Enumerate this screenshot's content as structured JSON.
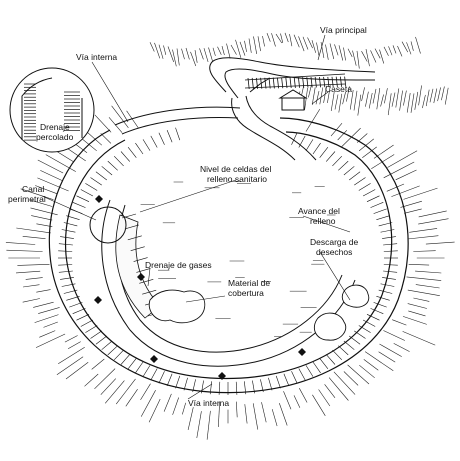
{
  "diagram": {
    "labels": {
      "via_principal": "Vía principal",
      "via_interna_top": "Vía interna",
      "caseta": "Caseta",
      "drenaje_percolado_1": "Drenaje",
      "drenaje_percolado_2": "percolado",
      "nivel_celdas_1": "Nivel de celdas del",
      "nivel_celdas_2": "relleno sanitario",
      "canal_perimetral_1": "Canal",
      "canal_perimetral_2": "perimetral",
      "avance_relleno_1": "Avance del",
      "avance_relleno_2": "relleno",
      "descarga_desechos_1": "Descarga de",
      "descarga_desechos_2": "desechos",
      "drenaje_gases": "Drenaje de gases",
      "material_cobertura_1": "Material de",
      "material_cobertura_2": "cobertura",
      "via_interna_bottom": "Vía interna"
    },
    "colors": {
      "ink": "#111111",
      "paper": "#ffffff",
      "road_fill": "#f4f4f4"
    }
  }
}
